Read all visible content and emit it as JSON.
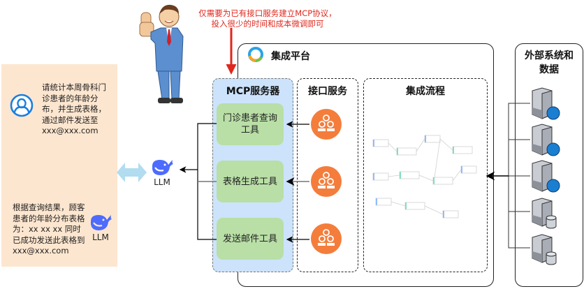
{
  "annotation": {
    "text_line1": "仅需要为已有接口服务建立MCP协议，",
    "text_line2": "投入很少的时间和成本微调即可",
    "color": "#e0271d"
  },
  "chat": {
    "user_message": "请统计本周骨科门诊患者的年龄分布，并生成表格，通过邮件发送至 xxx@xxx.com",
    "reply_message": "根据查询结果，顾客患者的年龄分布表格为：xx xx xx 同时已成功发送此表格到 xxx@xxx.com",
    "llm_label": "LLM",
    "background": "#fde6cf"
  },
  "llm": {
    "label": "LLM",
    "color": "#4d6bfe"
  },
  "platform": {
    "title": "集成平台"
  },
  "mcp_server": {
    "title": "MCP服务器",
    "tools": [
      {
        "label": "门诊患者查询工具"
      },
      {
        "label": "表格生成工具"
      },
      {
        "label": "发送邮件工具"
      }
    ]
  },
  "api_services": {
    "title": "接口服务",
    "count": 3,
    "color": "#f47d3c"
  },
  "integration_flow": {
    "title": "集成流程"
  },
  "external_systems": {
    "title_line1": "外部系统和",
    "title_line2": "数据",
    "servers": [
      {
        "type": "server-globe"
      },
      {
        "type": "server-globe"
      },
      {
        "type": "server-globe"
      },
      {
        "type": "server-database"
      },
      {
        "type": "server-database"
      }
    ]
  }
}
